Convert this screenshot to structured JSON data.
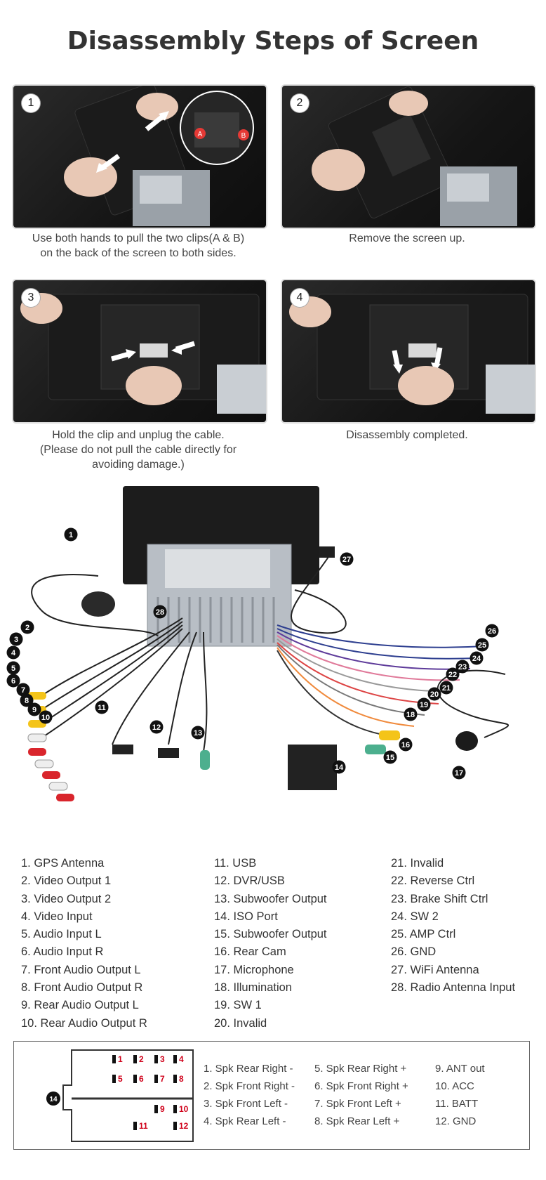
{
  "title": "Disassembly Steps of Screen",
  "steps": [
    {
      "number": "1",
      "caption": "Use both hands to pull the two clips(A & B)\non the back of the screen to both sides."
    },
    {
      "number": "2",
      "caption": "Remove the screen up."
    },
    {
      "number": "3",
      "caption": "Hold the clip and unplug the cable.\n(Please do not pull the cable directly for\navoiding damage.)"
    },
    {
      "number": "4",
      "caption": "Disassembly completed."
    }
  ],
  "step1_clip_labels": [
    "A",
    "B"
  ],
  "wiring_callouts": [
    "1",
    "2",
    "3",
    "4",
    "5",
    "6",
    "7",
    "8",
    "9",
    "10",
    "11",
    "12",
    "13",
    "14",
    "15",
    "16",
    "17",
    "18",
    "19",
    "20",
    "21",
    "22",
    "23",
    "24",
    "25",
    "26",
    "27",
    "28"
  ],
  "legend": {
    "col1": [
      "1.   GPS Antenna",
      "2.   Video Output 1",
      "3.   Video Output 2",
      "4.   Video Input",
      "5.   Audio Input L",
      "6.   Audio Input R",
      "7.   Front Audio Output L",
      "8.   Front Audio Output R",
      "9.   Rear Audio Output L",
      "10. Rear Audio Output R"
    ],
    "col2": [
      "11. USB",
      "12. DVR/USB",
      "13. Subwoofer Output",
      "14. ISO Port",
      "15. Subwoofer Output",
      "16. Rear Cam",
      "17. Microphone",
      "18. Illumination",
      "19. SW 1",
      "20. Invalid"
    ],
    "col3": [
      "21. Invalid",
      "22. Reverse Ctrl",
      "23. Brake Shift Ctrl",
      "24. SW 2",
      "25. AMP Ctrl",
      "26. GND",
      "27. WiFi Antenna",
      "28. Radio Antenna Input"
    ]
  },
  "iso": {
    "port_label": "14",
    "pins": [
      "1",
      "2",
      "3",
      "4",
      "5",
      "6",
      "7",
      "8",
      "9",
      "10",
      "11",
      "12"
    ],
    "col1": [
      "1. Spk Rear Right -",
      "2. Spk Front Right -",
      "3. Spk Front Left -",
      "4. Spk Rear Left -"
    ],
    "col2": [
      "5. Spk Rear Right +",
      "6. Spk Front Right +",
      "7. Spk Front Left +",
      "8. Spk Rear Left +"
    ],
    "col3": [
      "9.  ANT out",
      "10. ACC",
      "11. BATT",
      "12. GND"
    ]
  },
  "colors": {
    "pin_number": "#d0021b",
    "callout_fill": "#111111"
  }
}
